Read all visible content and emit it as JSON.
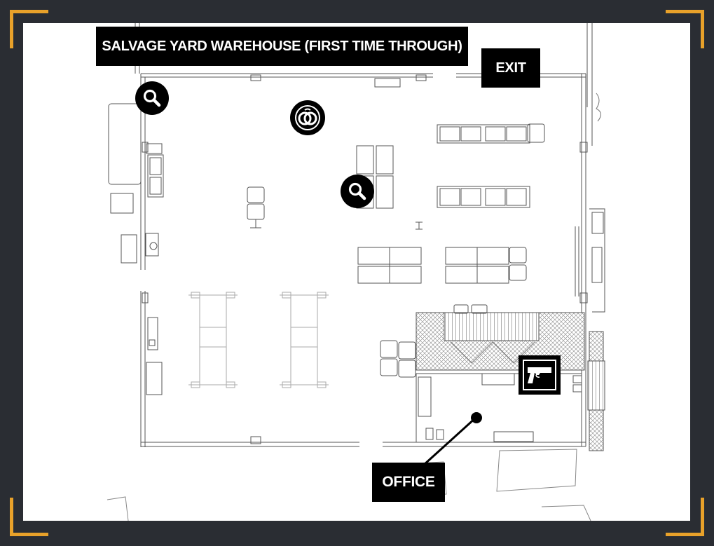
{
  "map": {
    "title": "SALVAGE YARD WAREHOUSE (FIRST TIME THROUGH)",
    "exit_label": "EXIT",
    "office_label": "OFFICE"
  },
  "markers": [
    {
      "type": "search",
      "icon": "magnifier-icon"
    },
    {
      "type": "search",
      "icon": "magnifier-icon"
    },
    {
      "type": "collectible",
      "icon": "rings-icon"
    },
    {
      "type": "weapon",
      "icon": "pistol-icon"
    }
  ],
  "colors": {
    "frame": "#2a2d33",
    "corner_accent": "#e8a12a",
    "sheet": "#ffffff",
    "label_bg": "#000000",
    "label_text": "#ffffff"
  }
}
